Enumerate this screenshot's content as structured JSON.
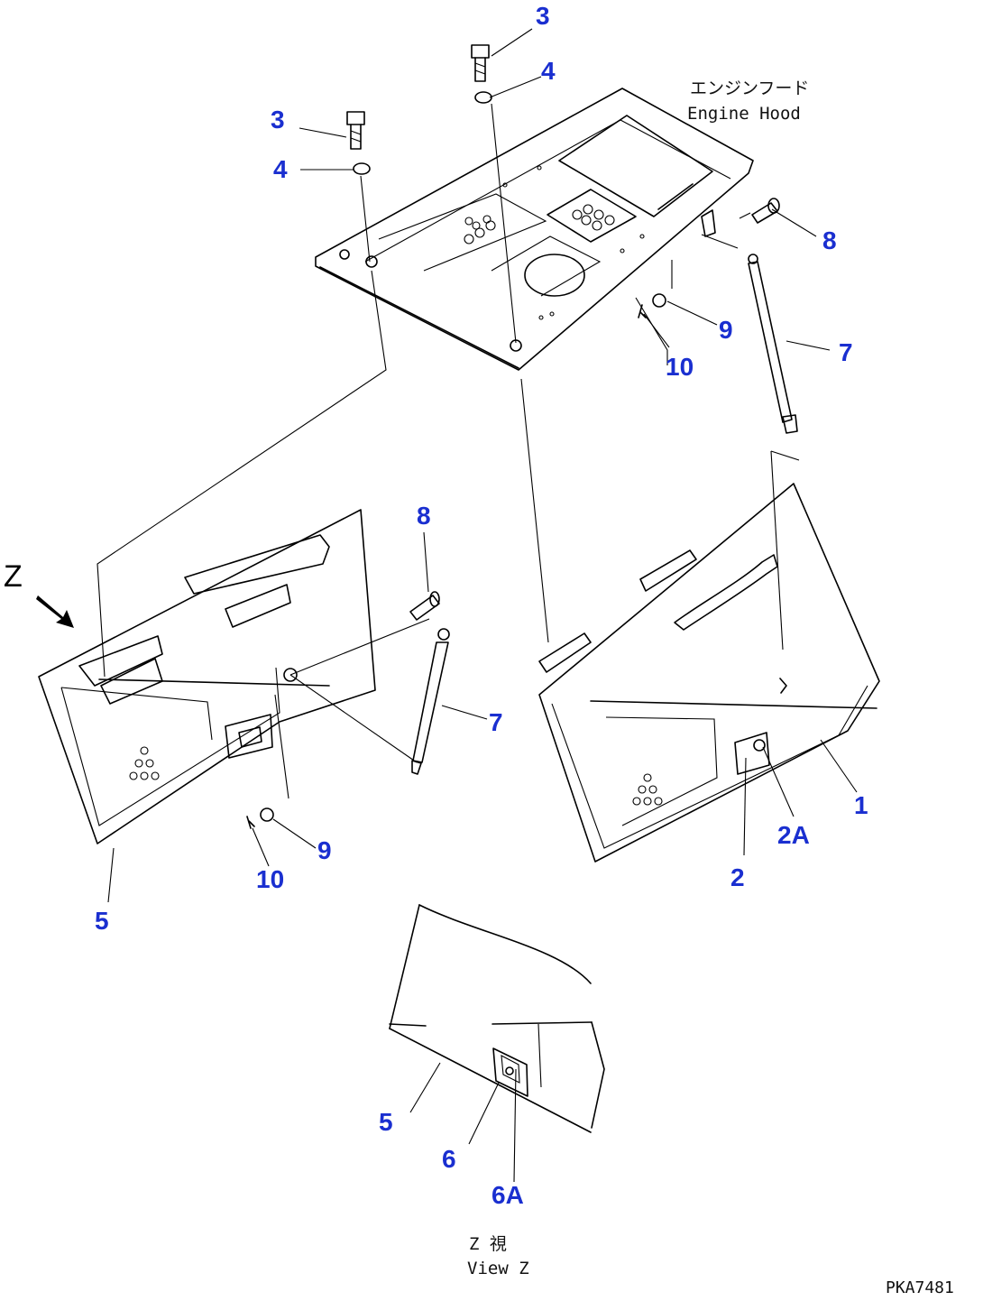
{
  "title_jp": "エンジンフード",
  "title_en": "Engine Hood",
  "view_label": "Z",
  "view_caption_jp": "Z 視",
  "view_caption_en": "View Z",
  "drawing_code": "PKA7481",
  "callouts": {
    "c3a": "3",
    "c3b": "3",
    "c4a": "4",
    "c4b": "4",
    "c8a": "8",
    "c8b": "8",
    "c9a": "9",
    "c9b": "9",
    "c10a": "10",
    "c10b": "10",
    "c7a": "7",
    "c7b": "7",
    "c1": "1",
    "c2": "2",
    "c2A": "2A",
    "c5a": "5",
    "c5b": "5",
    "c6": "6",
    "c6A": "6A"
  }
}
